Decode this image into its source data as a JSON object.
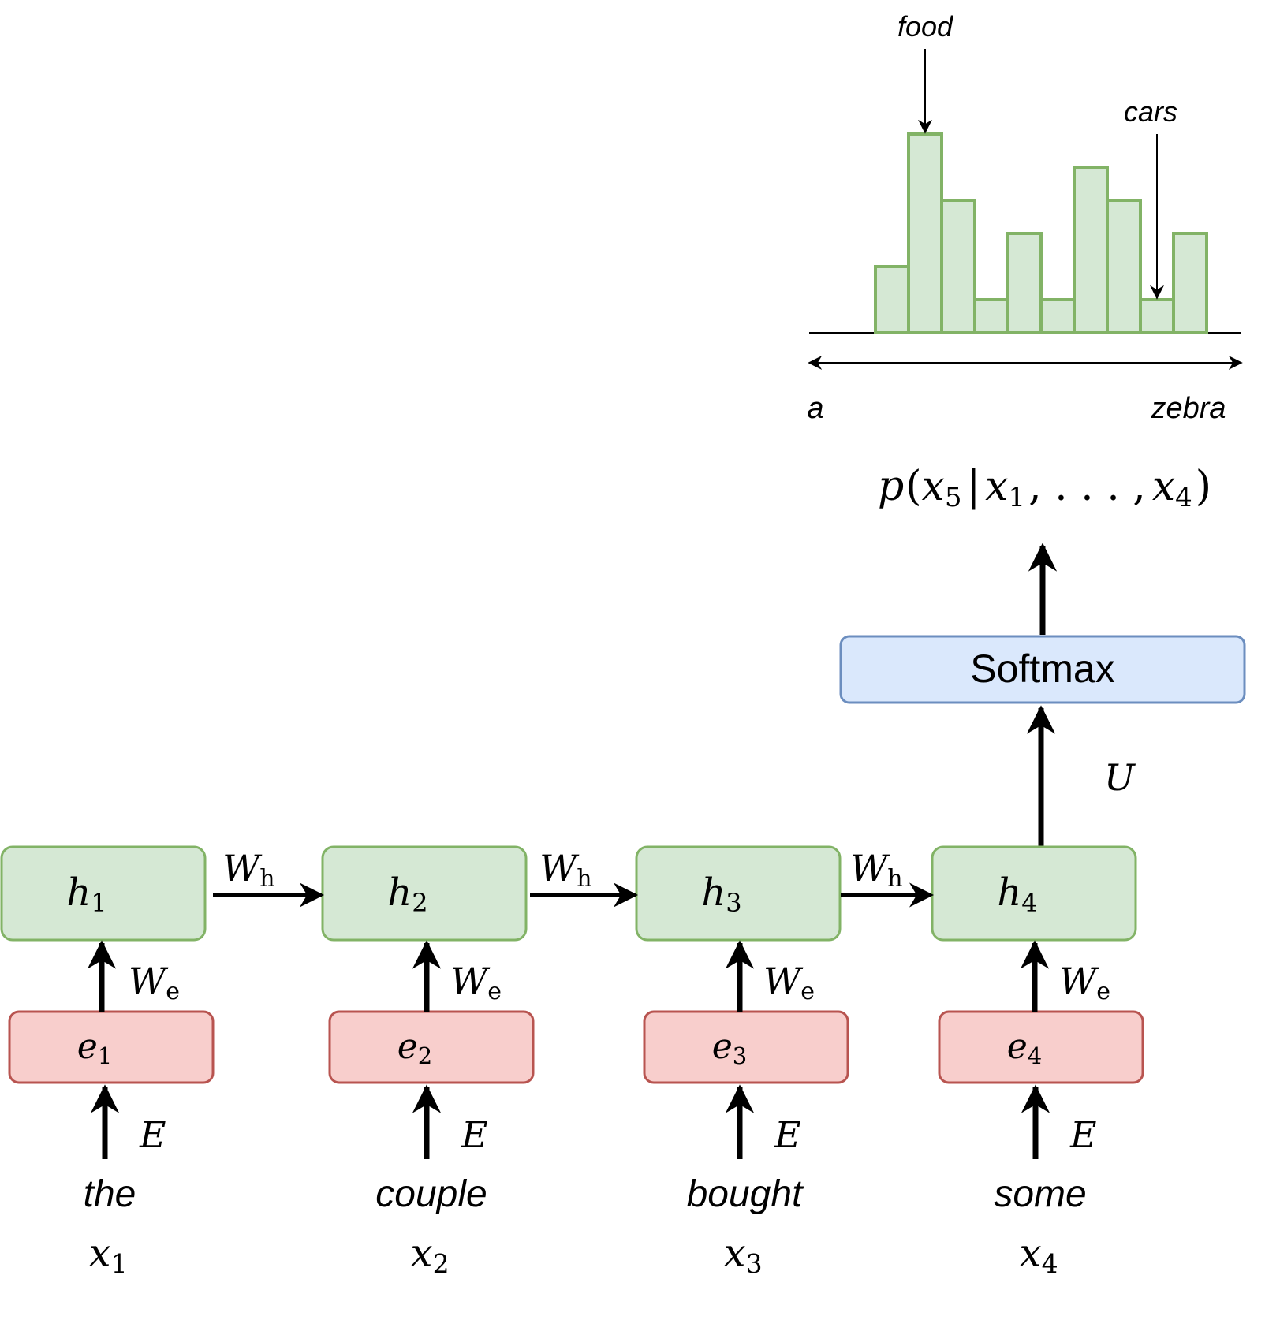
{
  "sequence": [
    {
      "word": "the",
      "x_base": "x",
      "x_sub": "1",
      "e_base": "e",
      "e_sub": "1",
      "h_base": "h",
      "h_sub": "1"
    },
    {
      "word": "couple",
      "x_base": "x",
      "x_sub": "2",
      "e_base": "e",
      "e_sub": "2",
      "h_base": "h",
      "h_sub": "2"
    },
    {
      "word": "bought",
      "x_base": "x",
      "x_sub": "3",
      "e_base": "e",
      "e_sub": "3",
      "h_base": "h",
      "h_sub": "3"
    },
    {
      "word": "some",
      "x_base": "x",
      "x_sub": "4",
      "e_base": "e",
      "e_sub": "4",
      "h_base": "h",
      "h_sub": "4"
    }
  ],
  "labels": {
    "embedding": "E",
    "we_base": "W",
    "we_sub": "e",
    "wh_base": "W",
    "wh_sub": "h",
    "output_weight": "U",
    "softmax": "Softmax",
    "prob_p": "p",
    "prob_open": "(",
    "prob_target_base": "x",
    "prob_target_sub": "5",
    "prob_bar": "|",
    "prob_first_base": "x",
    "prob_first_sub": "1",
    "prob_dots": ", . . . ,",
    "prob_last_base": "x",
    "prob_last_sub": "4",
    "prob_close": ")"
  },
  "distribution": {
    "axis_start": "a",
    "axis_end": "zebra",
    "annotations": [
      {
        "text": "food",
        "bar_index": 1
      },
      {
        "text": "cars",
        "bar_index": 8
      }
    ]
  },
  "chart_data": {
    "type": "bar",
    "values": [
      2,
      6,
      4,
      1,
      3,
      1,
      5,
      4,
      1,
      3
    ],
    "ylim": [
      0,
      6
    ]
  },
  "colors": {
    "hidden_fill": "#d5e8d4",
    "hidden_stroke": "#82b366",
    "embed_fill": "#f8cecc",
    "embed_stroke": "#b85450",
    "softmax_fill": "#dae8fc",
    "softmax_stroke": "#6c8ebf",
    "ink": "#000000"
  }
}
